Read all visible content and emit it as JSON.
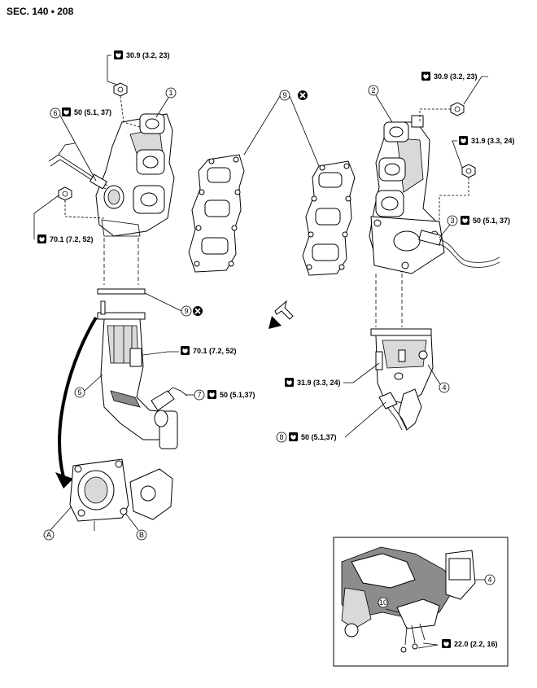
{
  "header": {
    "section": "SEC. 140 • 208"
  },
  "callouts": {
    "c1": "1",
    "c2": "2",
    "c3": "3",
    "c4": "4",
    "c5": "5",
    "c6": "6",
    "c7": "7",
    "c8": "8",
    "c9a": "9",
    "c9b": "9",
    "c10": "10",
    "c4b": "4",
    "cA": "A",
    "cB": "B"
  },
  "torques": {
    "t1": "30.9 (3.2, 23)",
    "t2": "30.9 (3.2, 23)",
    "t3": "50 (5.1, 37)",
    "t4": "70.1 (7.2, 52)",
    "t5": "31.9 (3.3, 24)",
    "t6": "50 (5.1, 37)",
    "t7": "70.1 (7.2, 52)",
    "t8": "50 (5.1,37)",
    "t9": "31.9 (3.3, 24)",
    "t10": "50 (5.1,37)",
    "t11": "22.0 (2.2, 16)"
  }
}
